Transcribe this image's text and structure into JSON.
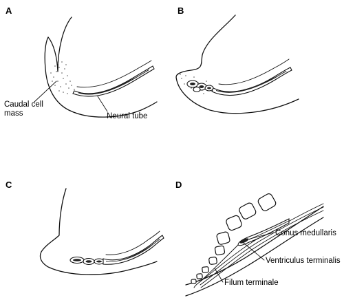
{
  "panels": {
    "a": {
      "letter": "A",
      "labels": {
        "caudal_cell": "Caudal cell",
        "mass": "mass",
        "neural_tube": "Neural tube"
      }
    },
    "b": {
      "letter": "B"
    },
    "c": {
      "letter": "C"
    },
    "d": {
      "letter": "D",
      "labels": {
        "conus": "Conus medullaris",
        "ventriculus": "Ventriculus terminalis",
        "filum": "Filum terminale"
      }
    }
  }
}
